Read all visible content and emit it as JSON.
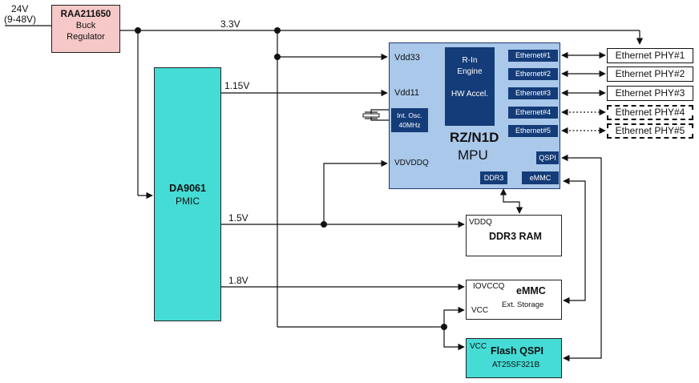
{
  "input": {
    "voltage": "24V",
    "range": "(9-48V)"
  },
  "regulator": {
    "part": "RAA211650",
    "line1": "Buck",
    "line2": "Regulator"
  },
  "pmic": {
    "part": "DA9061",
    "label": "PMIC"
  },
  "rails": {
    "v33": "3.3V",
    "v115": "1.15V",
    "v15": "1.5V",
    "v18": "1.8V"
  },
  "mpu": {
    "name": "RZ/N1D",
    "label": "MPU",
    "pins": {
      "vdd33": "Vdd33",
      "vdd11": "Vdd11",
      "vdvddq": "VDVDDQ"
    },
    "engine": {
      "line1": "R-In",
      "line2": "Engine",
      "line3": "HW Accel."
    },
    "osc": {
      "line1": "Int. Osc.",
      "line2": "40MHz"
    },
    "ethernet_ports": [
      "Ethernet#1",
      "Ethernet#2",
      "Ethernet#3",
      "Ethernet#4",
      "Ethernet#5"
    ],
    "qspi": "QSPI",
    "ddr3": "DDR3",
    "emmc": "eMMC"
  },
  "phys": [
    "Ethernet PHY#1",
    "Ethernet PHY#2",
    "Ethernet PHY#3",
    "Ethernet PHY#4",
    "Ethernet PHY#5"
  ],
  "ddr_ram": {
    "pin": "VDDQ",
    "name": "DDR3 RAM"
  },
  "emmc_dev": {
    "pin1": "IOVCCQ",
    "pin2": "VCC",
    "name": "eMMC",
    "sub": "Ext. Storage"
  },
  "flash": {
    "pin": "VCC",
    "name": "Flash QSPI",
    "part": "AT25SF321B"
  },
  "colors": {
    "regulator": "#f6c8c8",
    "pmic": "#45dcd6",
    "mpu": "#a9c8ea",
    "dark_block": "#143c78",
    "flash": "#45dcd6"
  }
}
